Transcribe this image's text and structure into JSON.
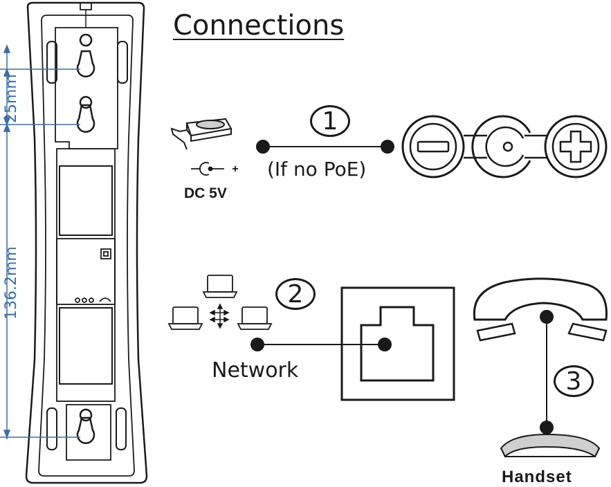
{
  "title": "Connections",
  "power": {
    "step_number": "1",
    "label": "DC 5V",
    "polarity_minus": "−",
    "polarity_plus": "+",
    "note": "(If no PoE)"
  },
  "network": {
    "step_number": "2",
    "label": "Network"
  },
  "handset": {
    "step_number": "3",
    "label": "Handset"
  },
  "dimensions": {
    "hole_spacing": "25mm",
    "mount_spacing": "136.2mm"
  },
  "colors": {
    "line": "#1a1a1a",
    "dimension": "#3a6ea5"
  }
}
